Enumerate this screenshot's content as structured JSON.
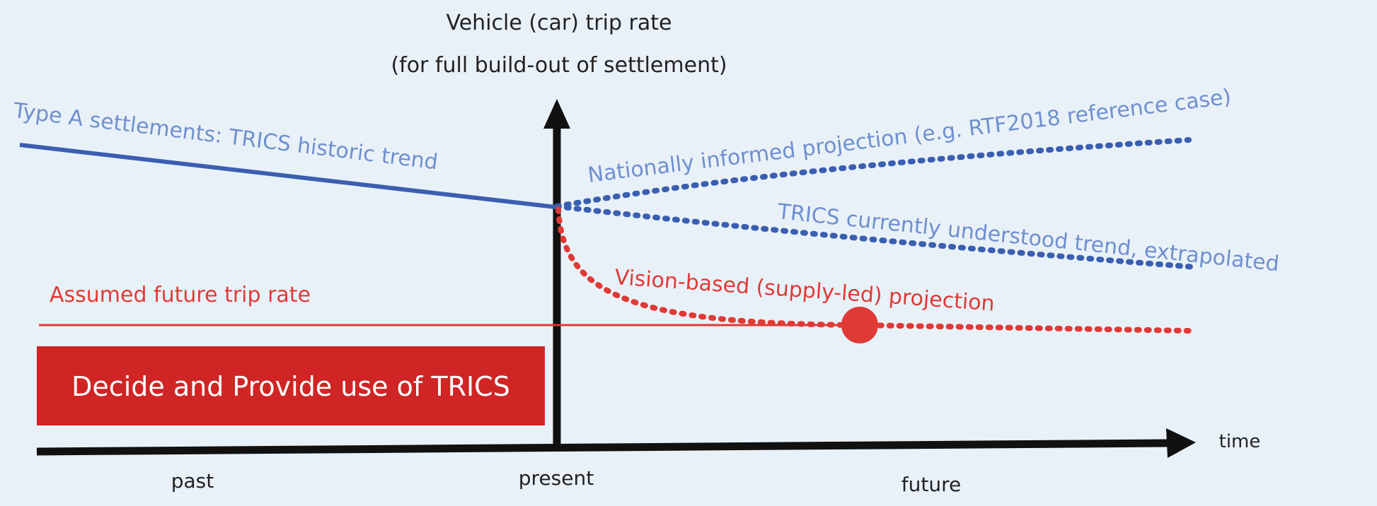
{
  "y_axis_title": {
    "line1": "Vehicle (car) trip rate",
    "line2": "(for full build-out of settlement)"
  },
  "x_axis": {
    "end_label": "time",
    "ticks": [
      "past",
      "present",
      "future"
    ]
  },
  "labels": {
    "historic_trend": "Type A settlements: TRICS historic trend",
    "national_projection": "Nationally informed projection (e.g. RTF2018 reference case)",
    "trics_extrapolated": "TRICS currently understood trend, extrapolated",
    "vision_projection": "Vision-based (supply-led) projection",
    "assumed_rate": "Assumed future trip rate"
  },
  "banner": {
    "text": "Decide and Provide use of TRICS"
  },
  "colors": {
    "background": "#e9f1f8",
    "blue_line": "#3a5fb0",
    "blue_text": "#6f8fcf",
    "red": "#e03a36",
    "banner_fill": "#cf2525",
    "banner_text": "#ffffff",
    "axis": "#111111"
  }
}
